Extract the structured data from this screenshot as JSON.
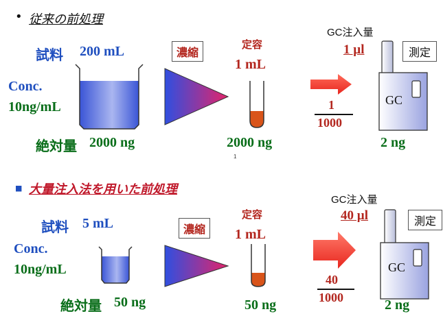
{
  "section1": {
    "bullet": "•",
    "title": "従来の前処理",
    "sample_label": "試料",
    "sample_amount": "200 mL",
    "conc_label": "Conc.",
    "conc_value": "10ng/mL",
    "concentrate": "濃縮",
    "fixed_volume": "定容",
    "fixed_volume_value": "1 mL",
    "injection_label": "GC注入量",
    "injection_value": "1 µl",
    "measure": "測定",
    "gc_label": "GC",
    "fraction_num": "1",
    "fraction_den": "1000",
    "absolute_label": "絶対量",
    "absolute_value": "2000 ng",
    "tube_amount": "2000 ng",
    "gc_amount": "2 ng",
    "page_marker": "1"
  },
  "section2": {
    "bullet": "■",
    "title": "大量注入法を用いた前処理",
    "sample_label": "試料",
    "sample_amount": "5 mL",
    "conc_label": "Conc.",
    "conc_value": "10ng/mL",
    "concentrate": "濃縮",
    "fixed_volume": "定容",
    "fixed_volume_value": "1 mL",
    "injection_label": "GC注入量",
    "injection_value": "40 µl",
    "measure": "測定",
    "gc_label": "GC",
    "fraction_num": "40",
    "fraction_den": "1000",
    "absolute_label": "絶対量",
    "absolute_value": "50 ng",
    "tube_amount": "50 ng",
    "gc_amount": "2 ng"
  },
  "colors": {
    "blue_text": "#1f4fbf",
    "green_text": "#0a6e1a",
    "red_text": "#b3261e",
    "arrow_red": "#e8261e",
    "liquid_blue": "#3a55d6",
    "tube_orange": "#d9541a"
  }
}
